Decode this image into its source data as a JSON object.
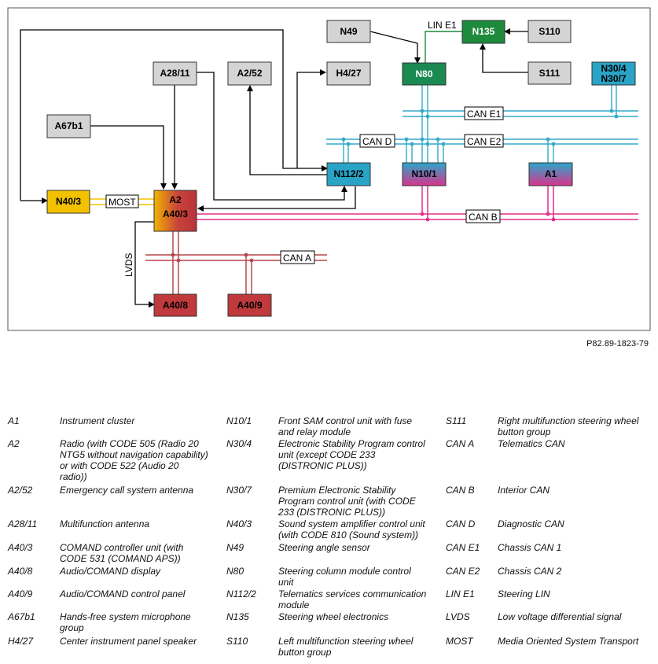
{
  "diagram": {
    "nodes": {
      "N49": "N49",
      "N135": "N135",
      "S110": "S110",
      "S111": "S111",
      "N80": "N80",
      "N30": [
        "N30/4",
        "N30/7"
      ],
      "A28_11": "A28/11",
      "A2_52": "A2/52",
      "H4_27": "H4/27",
      "A67b1": "A67b1",
      "N40_3": "N40/3",
      "A2": [
        "A2",
        "A40/3"
      ],
      "N112_2": "N112/2",
      "N10_1": "N10/1",
      "A1": "A1",
      "A40_8": "A40/8",
      "A40_9": "A40/9"
    },
    "buses": {
      "lin_e1": "LIN E1",
      "can_e1": "CAN E1",
      "can_e2": "CAN E2",
      "can_d": "CAN D",
      "can_b": "CAN B",
      "can_a": "CAN A",
      "most": "MOST",
      "lvds": "LVDS"
    },
    "colors": {
      "gray_node": "#d4d4d4",
      "n135_green": "#1e8a3c",
      "n80_green": "#1a8a52",
      "cyan": "#29a3c6",
      "can_cyan_line": "#33aacc",
      "can_b_pink": "#e0308a",
      "can_a_red": "#b8454a",
      "most_yellow": "#f2c200",
      "red_node": "#c0393c"
    }
  },
  "reference": "P82.89-1823-79",
  "legend": {
    "columns": [
      [
        {
          "code": "A1",
          "desc": [
            "Instrument cluster"
          ]
        },
        {
          "code": "A2",
          "desc": [
            "Radio (with CODE 505 (Radio 20",
            "NTG5 without navigation capability)",
            "or with CODE 522 (Audio 20",
            "radio))"
          ]
        },
        {
          "code": "A2/52",
          "desc": [
            "Emergency call system antenna"
          ]
        },
        {
          "code": "A28/11",
          "desc": [
            "Multifunction antenna"
          ]
        },
        {
          "code": "A40/3",
          "desc": [
            "COMAND controller unit (with",
            "CODE 531 (COMAND APS))"
          ]
        },
        {
          "code": "A40/8",
          "desc": [
            "Audio/COMAND display"
          ]
        },
        {
          "code": "A40/9",
          "desc": [
            "Audio/COMAND control panel"
          ]
        },
        {
          "code": "A67b1",
          "desc": [
            "Hands-free system microphone",
            "group"
          ]
        },
        {
          "code": "H4/27",
          "desc": [
            "Center instrument panel speaker"
          ]
        }
      ],
      [
        {
          "code": "N10/1",
          "desc": [
            "Front SAM control unit with fuse",
            "and relay module"
          ]
        },
        {
          "code": "N30/4",
          "desc": [
            "Electronic Stability Program control",
            "unit (except CODE 233",
            "(DISTRONIC PLUS))"
          ]
        },
        {
          "code": "N30/7",
          "desc": [
            "Premium Electronic Stability",
            "Program control unit (with CODE",
            "233 (DISTRONIC PLUS))"
          ]
        },
        {
          "code": "N40/3",
          "desc": [
            "Sound system amplifier control unit",
            "(with CODE 810 (Sound system))"
          ]
        },
        {
          "code": "N49",
          "desc": [
            "Steering angle sensor"
          ]
        },
        {
          "code": "N80",
          "desc": [
            "Steering column module control",
            "unit"
          ]
        },
        {
          "code": "N112/2",
          "desc": [
            "Telematics services communication",
            "module"
          ]
        },
        {
          "code": "N135",
          "desc": [
            "Steering wheel electronics"
          ]
        },
        {
          "code": "S110",
          "desc": [
            "Left multifunction steering wheel",
            "button group"
          ]
        }
      ],
      [
        {
          "code": "S111",
          "desc": [
            "Right multifunction steering wheel",
            "button group"
          ]
        },
        {
          "code": "CAN A",
          "desc": [
            "Telematics CAN"
          ]
        },
        {
          "code": "CAN B",
          "desc": [
            "Interior CAN"
          ]
        },
        {
          "code": "CAN D",
          "desc": [
            "Diagnostic CAN"
          ]
        },
        {
          "code": "CAN E1",
          "desc": [
            "Chassis CAN 1"
          ]
        },
        {
          "code": "CAN E2",
          "desc": [
            "Chassis CAN 2"
          ]
        },
        {
          "code": "LIN E1",
          "desc": [
            "Steering LIN"
          ]
        },
        {
          "code": "LVDS",
          "desc": [
            "Low voltage differential signal"
          ]
        },
        {
          "code": "MOST",
          "desc": [
            "Media Oriented System Transport"
          ]
        }
      ]
    ]
  }
}
